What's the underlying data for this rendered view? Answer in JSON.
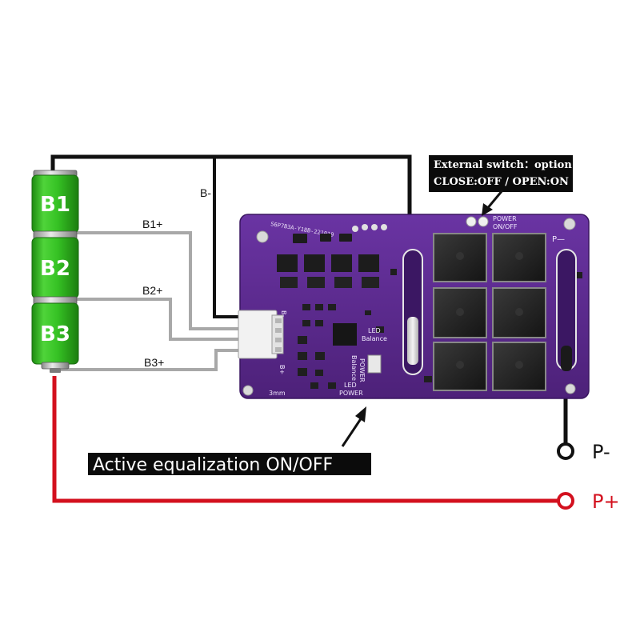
{
  "cells": [
    {
      "label": "B1"
    },
    {
      "label": "B2"
    },
    {
      "label": "B3"
    }
  ],
  "wire_labels": {
    "b_minus": "B-",
    "b1_plus": "B1+",
    "b2_plus": "B2+",
    "b3_plus": "B3+"
  },
  "board": {
    "part_number": "S6P7B3A-Y18B-221019",
    "power_on_off": [
      "POWER",
      "ON/OFF"
    ],
    "p_minus": "P—",
    "b_minus_pin": "B-",
    "b_plus_pin": "B+",
    "led_balance": [
      "LED",
      "Balance"
    ],
    "balance_power": [
      "Balance",
      "POWER"
    ],
    "led_power": [
      "LED",
      "POWER"
    ],
    "mm_label": "3mm"
  },
  "callouts": {
    "external_switch_title": "External switch：option",
    "external_switch_modes": "CLOSE:OFF /  OPEN:ON",
    "active_equalization": "Active equalization ON/OFF"
  },
  "terminals": {
    "p_minus": "P-",
    "p_plus": "P+"
  },
  "colors": {
    "cell_green": "#2fb51e",
    "pcb_purple": "#5a2a8c",
    "p_plus_red": "#d3101e",
    "wire_black": "#111111",
    "wire_gray": "#a8a8a8"
  }
}
